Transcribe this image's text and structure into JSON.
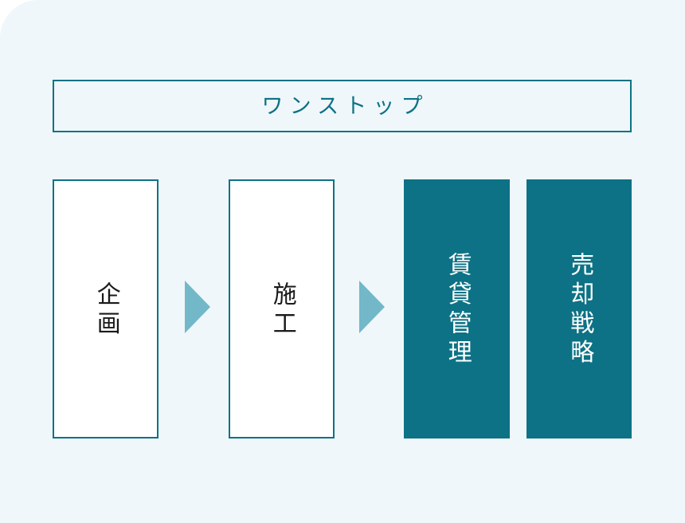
{
  "banner": {
    "label": "ワンストップ"
  },
  "flow": {
    "steps": [
      {
        "label": "企画",
        "style": "outline"
      },
      {
        "label": "施工",
        "style": "outline"
      },
      {
        "label": "賃貸管理",
        "style": "filled"
      },
      {
        "label": "売却戦略",
        "style": "filled"
      }
    ],
    "arrows": [
      {
        "name": "arrow-planning-to-construction"
      },
      {
        "name": "arrow-construction-to-management"
      }
    ]
  },
  "colors": {
    "background": "#eff7fa",
    "accent": "#0d7285",
    "arrow": "#72b8c8",
    "box_fill": "#ffffff",
    "filled_text": "#ffffff",
    "outline_text": "#1a1a1a"
  }
}
